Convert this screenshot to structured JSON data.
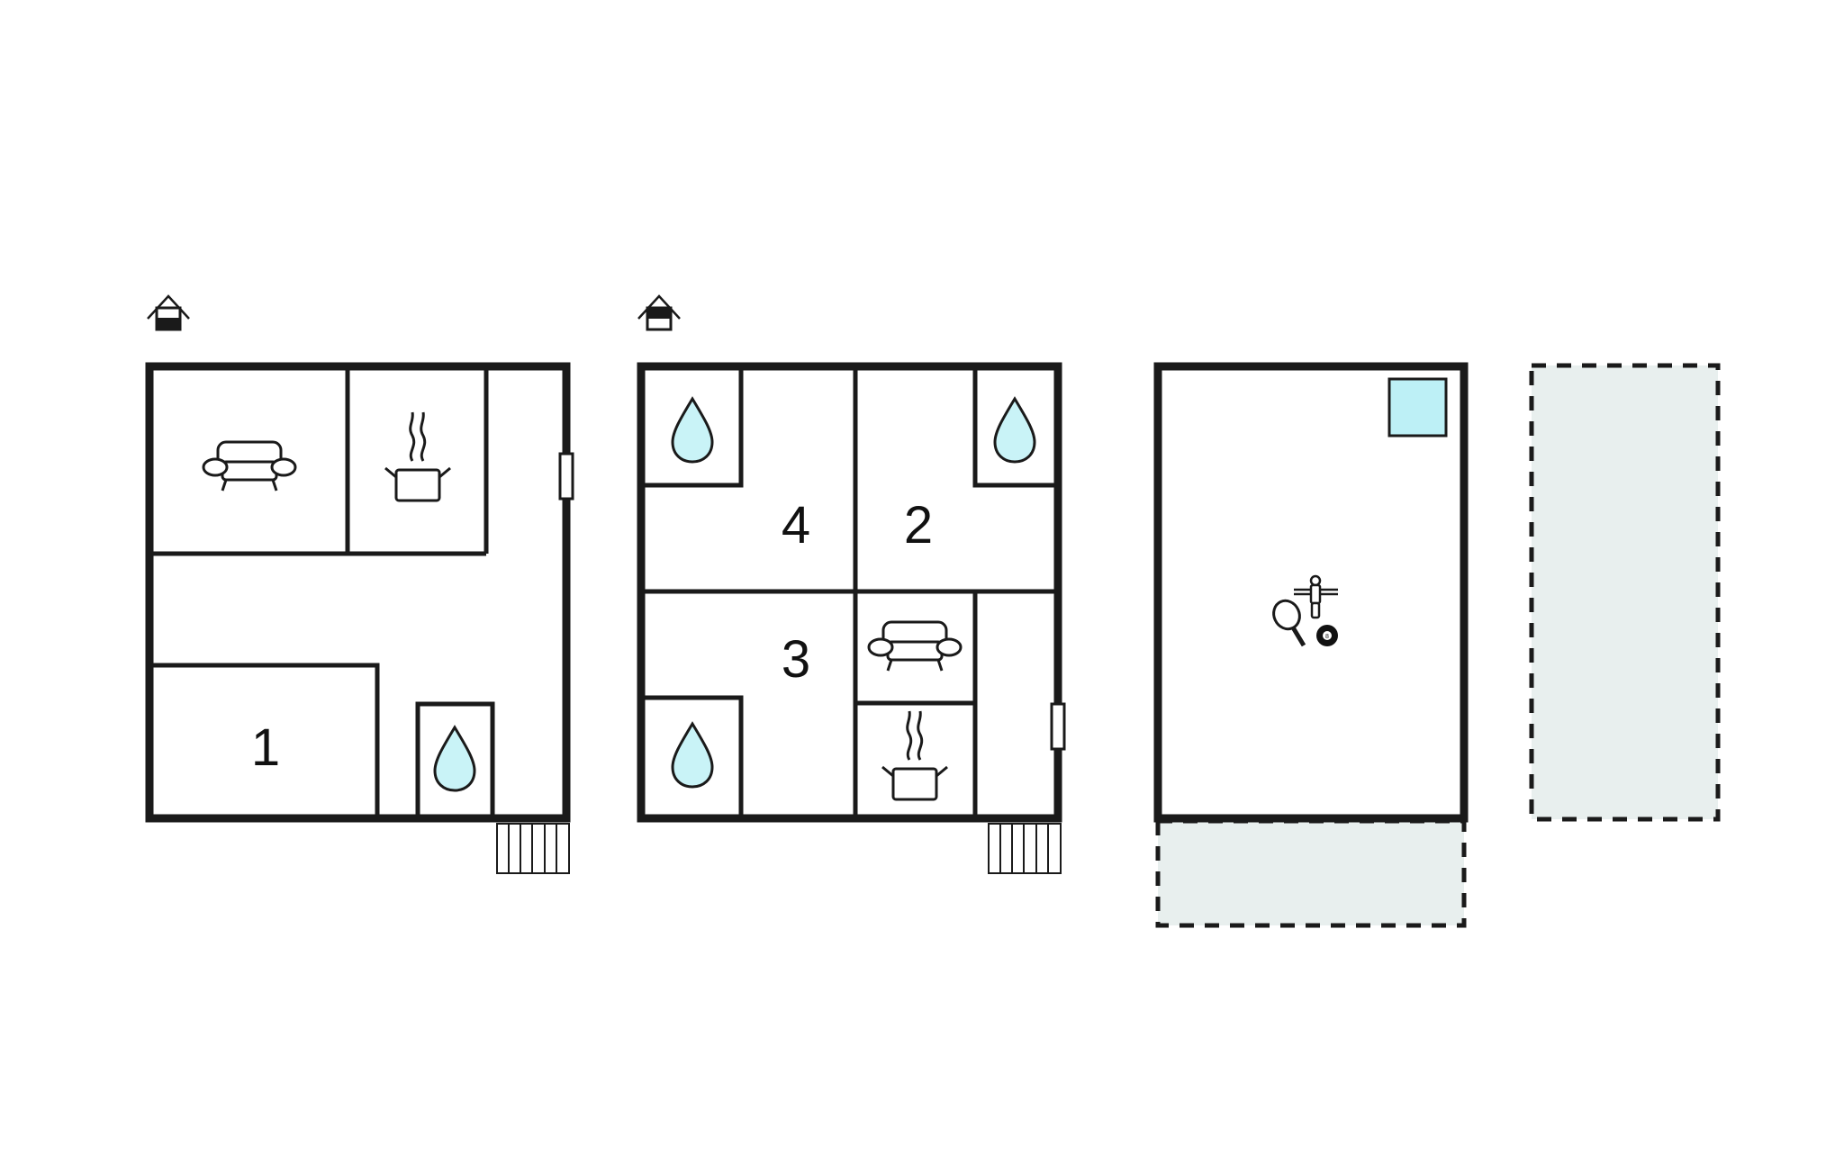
{
  "colors": {
    "wall": "#1a1a1a",
    "water": "#c9f3f7",
    "play_area": "#c0fac0",
    "outdoor": "#e8efee",
    "pool": "#bdf0f6"
  },
  "floors": [
    {
      "level_icon": "house-ground-floor-icon",
      "rooms": [
        {
          "label": "1",
          "type": "bedroom"
        },
        {
          "type": "living-room",
          "icon": "sofa-icon"
        },
        {
          "type": "kitchen",
          "icon": "cooking-pot-icon"
        },
        {
          "type": "bathroom",
          "icon": "water-drop-icon"
        }
      ]
    },
    {
      "level_icon": "house-upper-floor-icon",
      "rooms": [
        {
          "label": "4",
          "type": "bedroom"
        },
        {
          "label": "2",
          "type": "bedroom"
        },
        {
          "label": "3",
          "type": "bedroom"
        },
        {
          "type": "bathroom",
          "icon": "water-drop-icon"
        },
        {
          "type": "bathroom",
          "icon": "water-drop-icon"
        },
        {
          "type": "bathroom",
          "icon": "water-drop-icon"
        },
        {
          "type": "living-room",
          "icon": "sofa-icon"
        },
        {
          "type": "kitchen",
          "icon": "cooking-pot-icon"
        }
      ]
    }
  ],
  "outdoor": {
    "icons": [
      "table-tennis-icon",
      "foosball-icon",
      "billiard-ball-icon"
    ],
    "ball_number": "8"
  }
}
